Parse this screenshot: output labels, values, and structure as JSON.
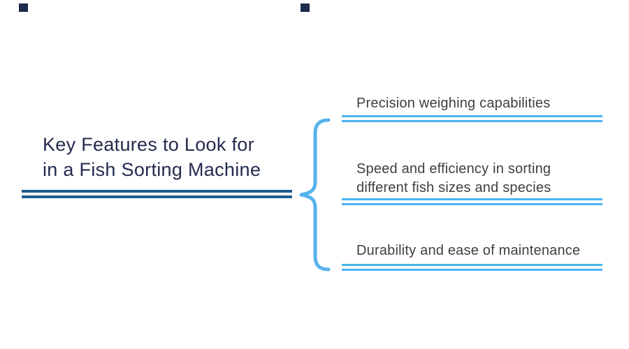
{
  "slide": {
    "background_color": "#ffffff",
    "decor": {
      "top_left_square_color": "#1F2A4E",
      "top_center_square_color": "#1F2A4E"
    },
    "title": {
      "lines": [
        "Key Features to Look for",
        "in a Fish Sorting Machine"
      ],
      "text_color": "#242B4E",
      "underline_color": "#1D5C8F",
      "underline_style": "double"
    },
    "brace": {
      "glyph": "{",
      "color": "#56B3EC"
    },
    "items": [
      {
        "lines": [
          "Precision weighing capabilities",
          ""
        ]
      },
      {
        "lines": [
          "Speed and efficiency in sorting",
          "different fish sizes and species"
        ]
      },
      {
        "lines": [
          "Durability and ease of maintenance",
          ""
        ]
      }
    ],
    "item_text_color": "#3F3F3F",
    "item_underline_color": "#49B3EF",
    "item_underline_style": "double"
  }
}
